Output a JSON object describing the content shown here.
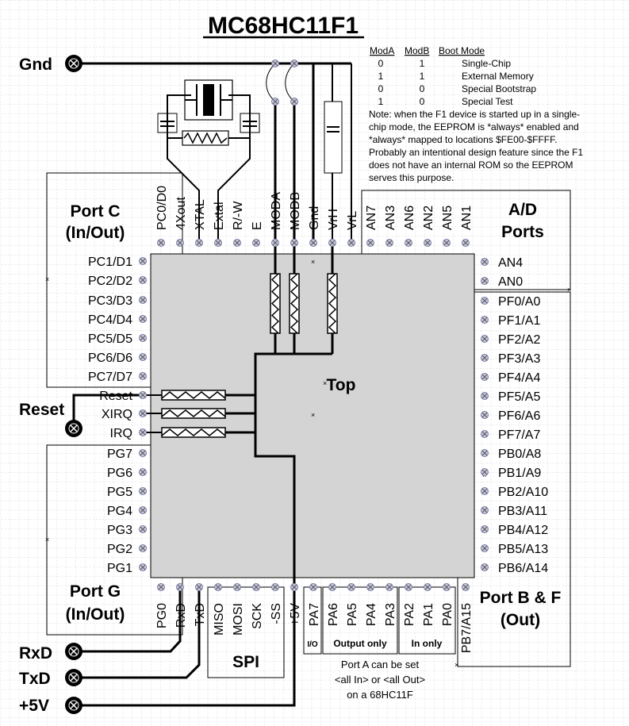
{
  "title": "MC68HC11F1",
  "chip_label": "Top",
  "rails": {
    "gnd": "Gnd",
    "reset": "Reset",
    "rxd": "RxD",
    "txd": "TxD",
    "plus5v": "+5V"
  },
  "mode_table": {
    "headers": [
      "ModA",
      "ModB",
      "Boot Mode"
    ],
    "rows": [
      [
        "0",
        "1",
        "Single-Chip"
      ],
      [
        "1",
        "1",
        "External Memory"
      ],
      [
        "0",
        "0",
        "Special Bootstrap"
      ],
      [
        "1",
        "0",
        "Special Test"
      ]
    ],
    "note": [
      "Note: when the F1 device is started up in a single-",
      "chip mode, the EEPROM is *always* enabled and",
      "*always* mapped to locations $FE00-$FFFF.",
      "Probably an intentional design feature since the F1",
      "does not have an internal ROM so the EEPROM",
      "serves this purpose."
    ]
  },
  "port_c": {
    "title": [
      "Port C",
      "(In/Out)"
    ],
    "pins": [
      "PC1/D1",
      "PC2/D2",
      "PC3/D3",
      "PC4/D4",
      "PC5/D5",
      "PC6/D6",
      "PC7/D7"
    ]
  },
  "port_g": {
    "title": [
      "Port G",
      "(In/Out)"
    ],
    "pins": [
      "PG7",
      "PG6",
      "PG5",
      "PG4",
      "PG3",
      "PG2",
      "PG1"
    ]
  },
  "left_control_pins": [
    "Reset",
    "XIRQ",
    "IRQ"
  ],
  "top_pins": [
    "PC0/D0",
    "4Xout",
    "XTAL",
    "Extal",
    "R/-W",
    "E",
    "MODA",
    "MODB",
    "Gnd",
    "VrH",
    "VrL",
    "AN7",
    "AN3",
    "AN6",
    "AN2",
    "AN5",
    "AN1"
  ],
  "ad_ports": {
    "title": [
      "A/D",
      "Ports"
    ],
    "pins": [
      "AN4",
      "AN0"
    ]
  },
  "port_bf": {
    "title": [
      "Port B & F",
      "(Out)"
    ],
    "pins": [
      "PF0/A0",
      "PF1/A1",
      "PF2/A2",
      "PF3/A3",
      "PF4/A4",
      "PF5/A5",
      "PF6/A6",
      "PF7/A7",
      "PB0/A8",
      "PB1/A9",
      "PB2/A10",
      "PB3/A11",
      "PB4/A12",
      "PB5/A13",
      "PB6/A14"
    ]
  },
  "bottom_pins": [
    "PG0",
    "RxD",
    "TxD",
    "MISO",
    "MOSI",
    "SCK",
    "-SS",
    "+5V",
    "PA7",
    "PA6",
    "PA5",
    "PA4",
    "PA3",
    "PA2",
    "PA1",
    "PA0",
    "PB7/A15"
  ],
  "spi_label": "SPI",
  "port_a_groups": {
    "io": "I/O",
    "output_only": "Output only",
    "in_only": "In only"
  },
  "port_a_note": [
    "Port A can be set",
    "<all In> or <all Out>",
    "on a 68HC11F"
  ],
  "colors": {
    "grid": "#d6d6d6",
    "chip_fill": "#d4d4d4",
    "ink": "#000000",
    "pin_dot": "#7a7aa8"
  }
}
